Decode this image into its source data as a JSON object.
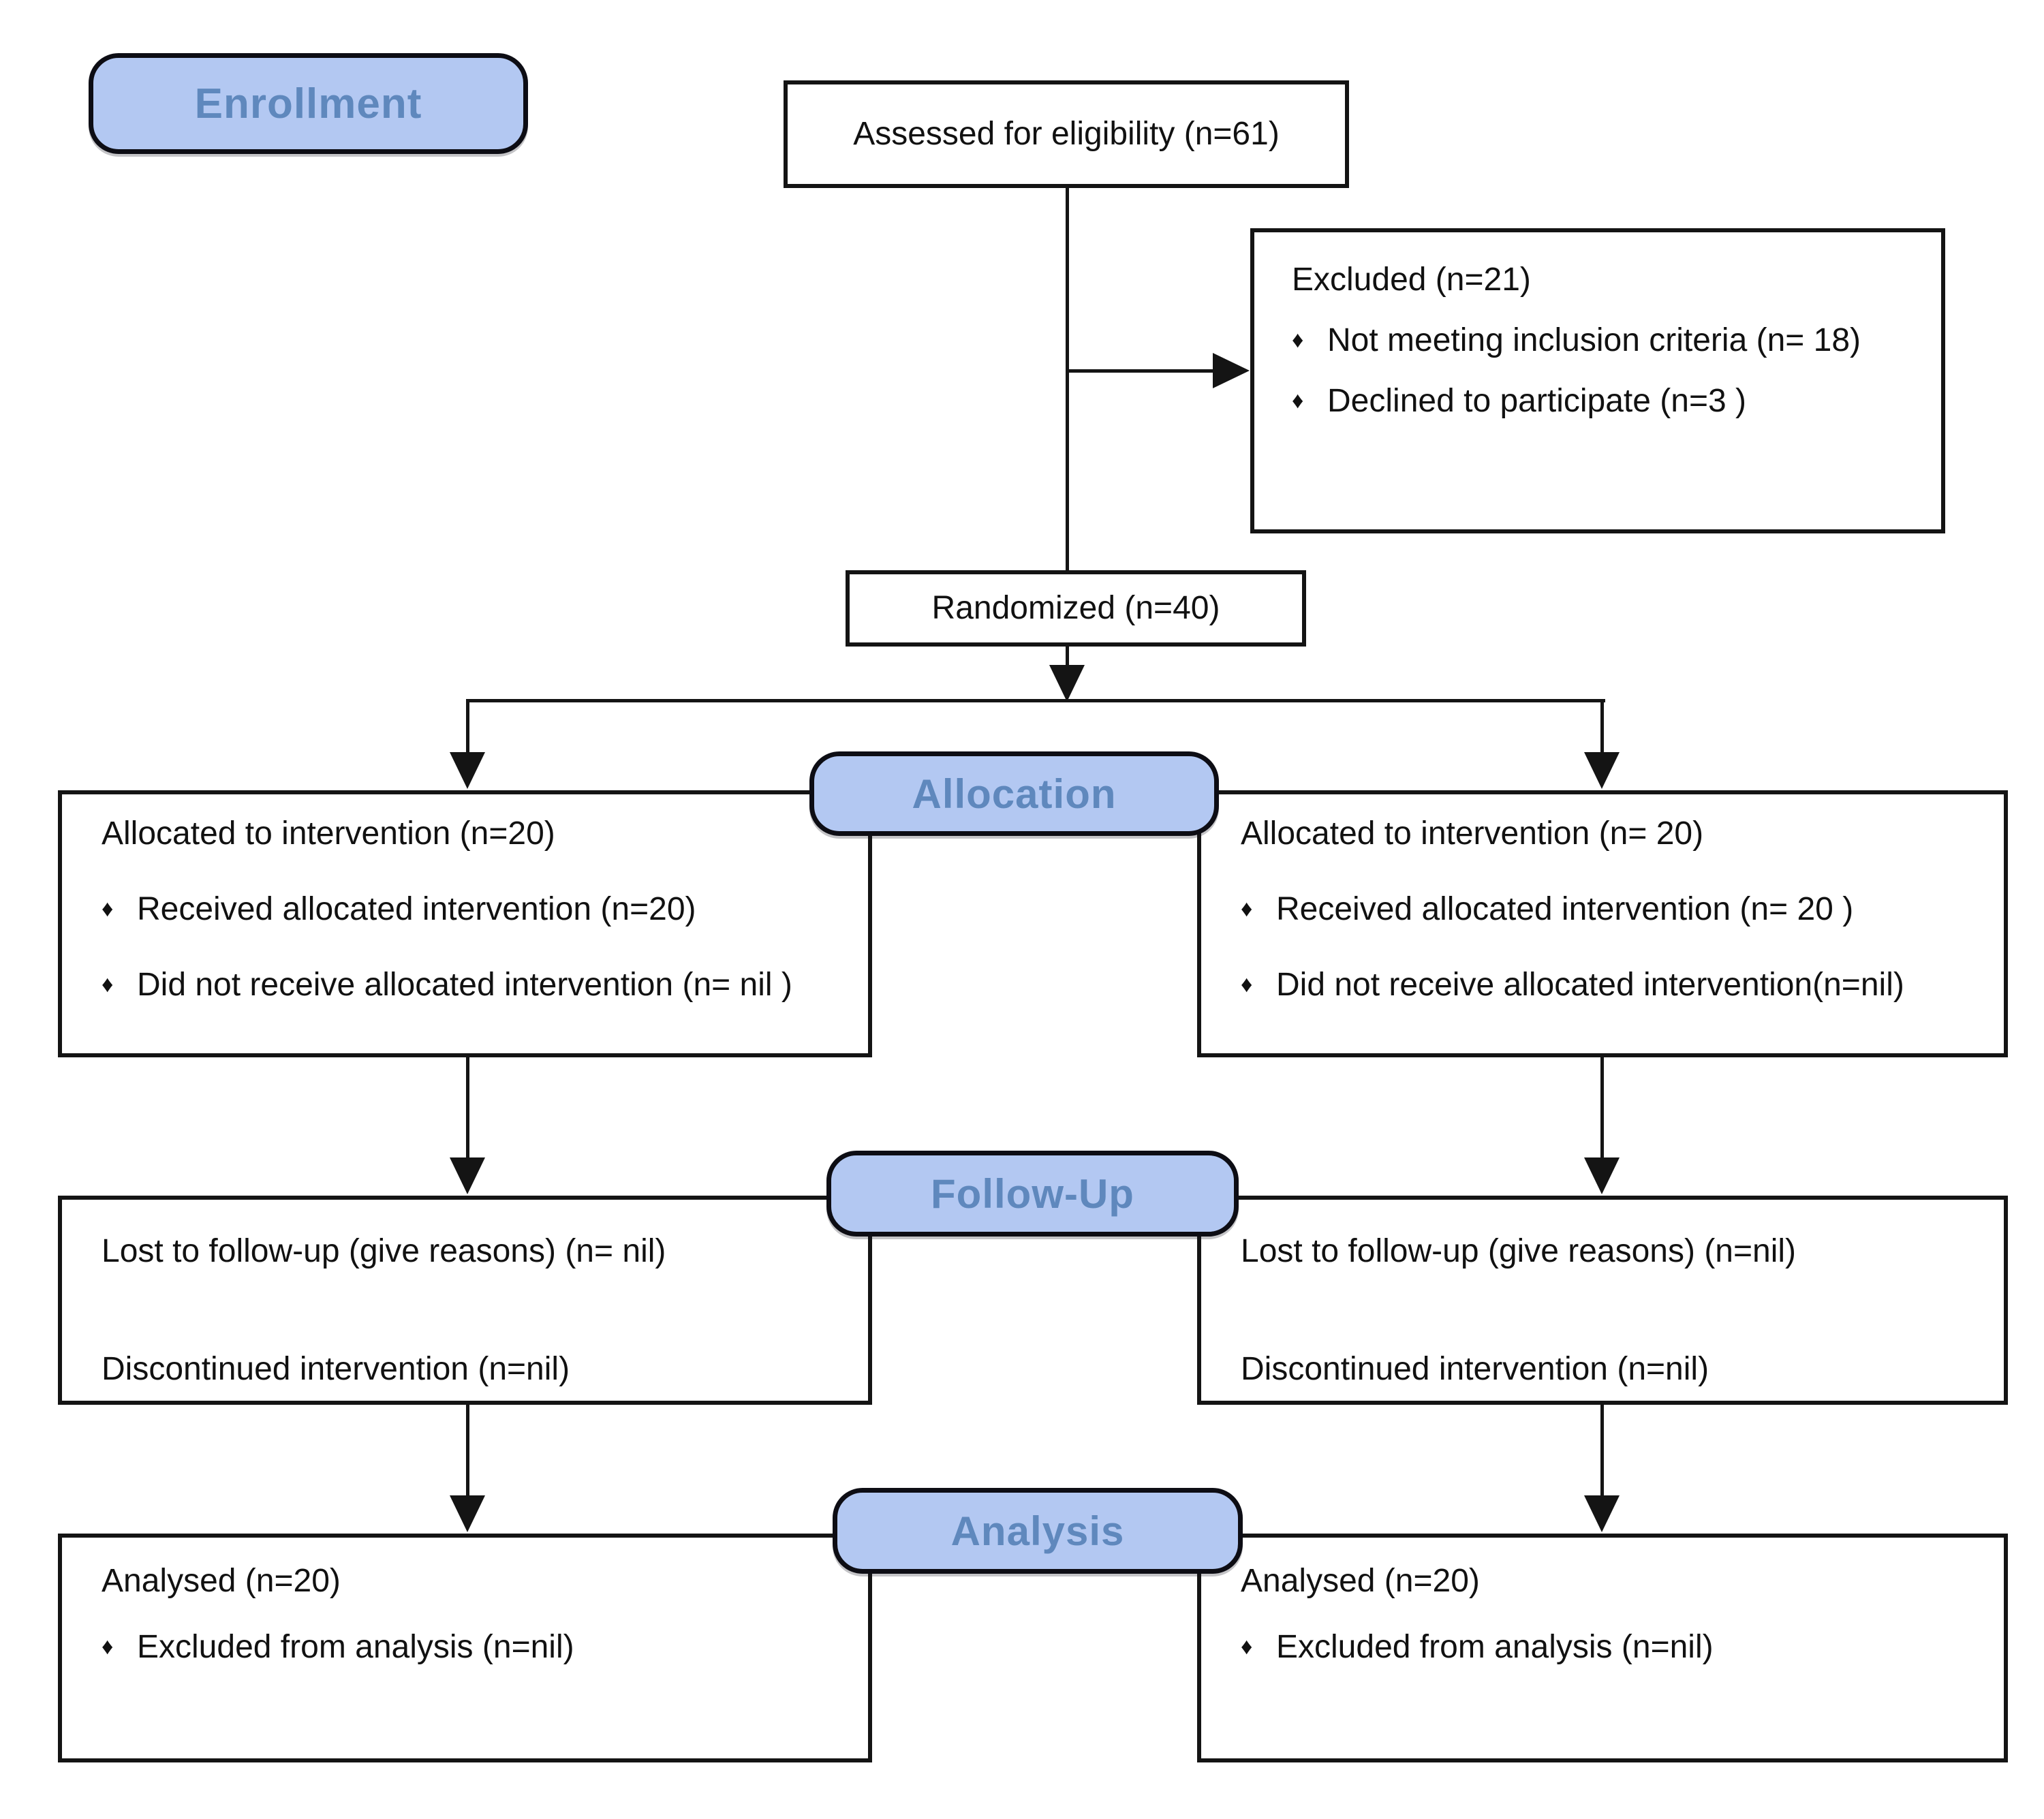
{
  "stages": {
    "enrollment": "Enrollment",
    "allocation": "Allocation",
    "followup": "Follow-Up",
    "analysis": "Analysis"
  },
  "bullet": "♦",
  "assessed": {
    "text": "Assessed for eligibility (n=61)"
  },
  "excluded": {
    "title": "Excluded (n=21)",
    "bullets": [
      "Not meeting inclusion criteria (n= 18)",
      "Declined to participate (n=3 )"
    ]
  },
  "randomized": {
    "text": "Randomized (n=40)"
  },
  "allocation_left": {
    "title": "Allocated to intervention (n=20)",
    "bullets": [
      "Received allocated intervention (n=20)",
      "Did not receive allocated intervention (n= nil )"
    ]
  },
  "allocation_right": {
    "title": "Allocated to intervention (n= 20)",
    "bullets": [
      "Received allocated intervention (n= 20 )",
      "Did not receive allocated intervention(n=nil)"
    ]
  },
  "followup_left": {
    "lines": [
      "Lost to follow-up (give reasons) (n= nil)",
      "Discontinued intervention (n=nil)"
    ]
  },
  "followup_right": {
    "lines": [
      "Lost to follow-up (give reasons) (n=nil)",
      "Discontinued intervention (n=nil)"
    ]
  },
  "analysis_left": {
    "title": "Analysed (n=20)",
    "bullets": [
      "Excluded from analysis (n=nil)"
    ]
  },
  "analysis_right": {
    "title": "Analysed (n=20)",
    "bullets": [
      "Excluded from analysis (n=nil)"
    ]
  },
  "colors": {
    "stage_fill": "#b3c8f2",
    "stage_text": "#5f88bd",
    "line": "#141414",
    "box_border": "#141414"
  }
}
